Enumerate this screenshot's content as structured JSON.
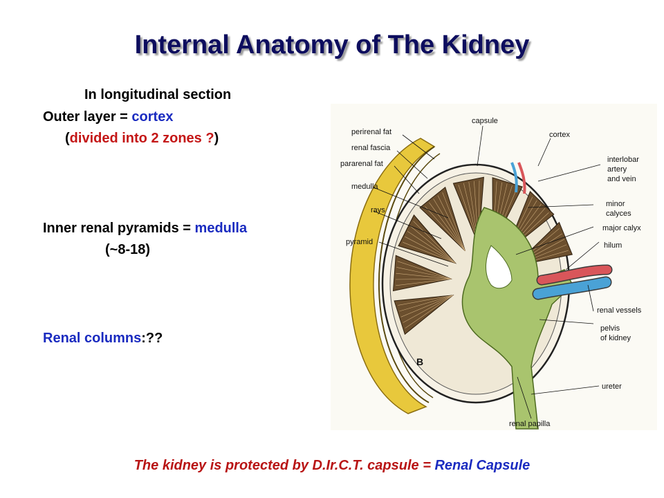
{
  "title": "Internal Anatomy of The Kidney",
  "text": {
    "line1": "In longitudinal section",
    "outer_prefix": "Outer layer = ",
    "outer_value": "cortex",
    "zones_open": "(",
    "zones_value": "divided into 2 zones ?",
    "zones_close": ")",
    "inner_prefix": "Inner renal pyramids = ",
    "inner_value": "medulla",
    "count": "(~8-18)",
    "columns_label": "Renal columns",
    "columns_suffix": ":??"
  },
  "footer": {
    "prefix": "The kidney is protected by D.Ir.C.T. capsule = ",
    "value": "Renal Capsule"
  },
  "diagram": {
    "figure_letter": "B",
    "labels": {
      "capsule": "capsule",
      "cortex": "cortex",
      "perirenal_fat": "perirenal fat",
      "renal_fascia": "renal fascia",
      "pararenal_fat": "pararenal fat",
      "medulla": "medulla",
      "rays": "rays",
      "pyramid": "pyramid",
      "interlobar_1": "interlobar",
      "interlobar_2": "artery",
      "interlobar_3": "and vein",
      "minor_calyces_1": "minor",
      "minor_calyces_2": "calyces",
      "major_calyx": "major calyx",
      "hilum": "hilum",
      "renal_vessels": "renal vessels",
      "pelvis_1": "pelvis",
      "pelvis_2": "of kidney",
      "ureter": "ureter",
      "renal_papilla": "renal papilla"
    }
  }
}
